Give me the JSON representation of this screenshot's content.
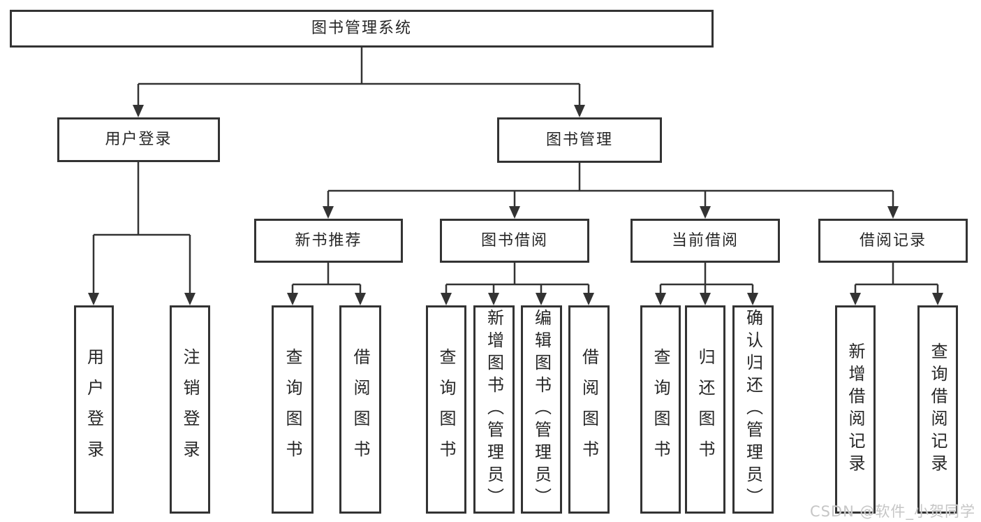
{
  "diagram": {
    "title": "图书管理系统",
    "watermark": "CSDN @软件_小贺同学",
    "colors": {
      "line": "#333333",
      "box_border": "#333333",
      "text": "#262626",
      "background": "#ffffff",
      "watermark": "#c6c6c6"
    },
    "nodes": {
      "root": {
        "label": "图书管理系统",
        "children": [
          "user_login",
          "book_mgmt"
        ]
      },
      "user_login": {
        "label": "用户登录",
        "children": [
          "leaf_login",
          "leaf_logout"
        ]
      },
      "book_mgmt": {
        "label": "图书管理",
        "children": [
          "new_books",
          "book_borrow",
          "cur_borrow",
          "borrow_rec"
        ]
      },
      "new_books": {
        "label": "新书推荐",
        "children": [
          "nb_query",
          "nb_borrow"
        ]
      },
      "book_borrow": {
        "label": "图书借阅",
        "children": [
          "bb_query",
          "bb_add",
          "bb_edit",
          "bb_borrow"
        ]
      },
      "cur_borrow": {
        "label": "当前借阅",
        "children": [
          "cb_query",
          "cb_return",
          "cb_confirm"
        ]
      },
      "borrow_rec": {
        "label": "借阅记录",
        "children": [
          "br_add",
          "br_query"
        ]
      },
      "leaf_login": {
        "label": "用户登录"
      },
      "leaf_logout": {
        "label": "注销登录"
      },
      "nb_query": {
        "label": "查询图书"
      },
      "nb_borrow": {
        "label": "借阅图书"
      },
      "bb_query": {
        "label": "查询图书"
      },
      "bb_add": {
        "label": "新增图书（管理员）"
      },
      "bb_edit": {
        "label": "编辑图书（管理员）"
      },
      "bb_borrow": {
        "label": "借阅图书"
      },
      "cb_query": {
        "label": "查询图书"
      },
      "cb_return": {
        "label": "归还图书"
      },
      "cb_confirm": {
        "label": "确认归还（管理员）"
      },
      "br_add": {
        "label": "新增借阅记录"
      },
      "br_query": {
        "label": "查询借阅记录"
      }
    }
  }
}
